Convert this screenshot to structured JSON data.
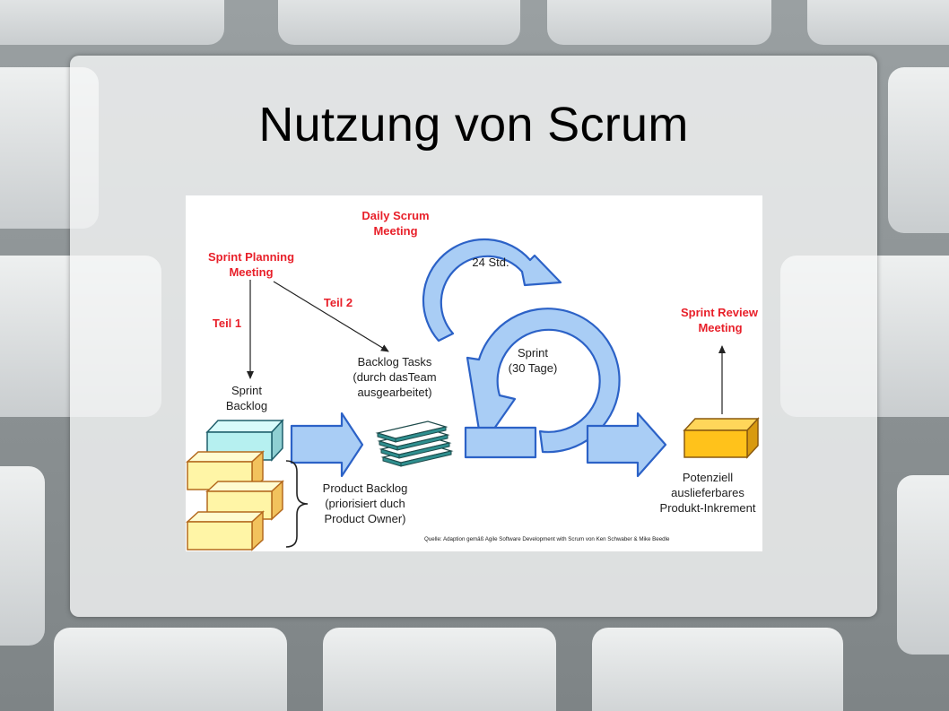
{
  "slide": {
    "title": "Nutzung von Scrum"
  },
  "diagram": {
    "daily_scrum": {
      "line1": "Daily Scrum",
      "line2": "Meeting"
    },
    "cycle_24": "24 Std.",
    "sprint_planning": {
      "line1": "Sprint Planning",
      "line2": "Meeting"
    },
    "teil1": "Teil 1",
    "teil2": "Teil 2",
    "sprint_backlog": {
      "line1": "Sprint",
      "line2": "Backlog"
    },
    "backlog_tasks": {
      "line1": "Backlog Tasks",
      "line2": "(durch dasTeam",
      "line3": "ausgearbeitet)"
    },
    "sprint": {
      "line1": "Sprint",
      "line2": "(30 Tage)"
    },
    "sprint_review": {
      "line1": "Sprint Review",
      "line2": "Meeting"
    },
    "product_backlog": {
      "line1": "Product Backlog",
      "line2": "(priorisiert duch",
      "line3": "Product Owner)"
    },
    "increment": {
      "line1": "Potenziell",
      "line2": "auslieferbares",
      "line3": "Produkt-Inkrement"
    },
    "source": "Quelle: Adaption gemäß Agile Software Development with Scrum von Ken Schwaber & Mike Beedle"
  },
  "colors": {
    "arrow_fill": "#a9cdf5",
    "arrow_stroke": "#2c62c7",
    "label_red": "#e8202a",
    "product_backlog_fill": "#fff5a6",
    "product_backlog_stroke": "#b46a1e",
    "sprint_backlog_fill": "#b6f0f0",
    "increment_fill": "#ffc21b"
  }
}
